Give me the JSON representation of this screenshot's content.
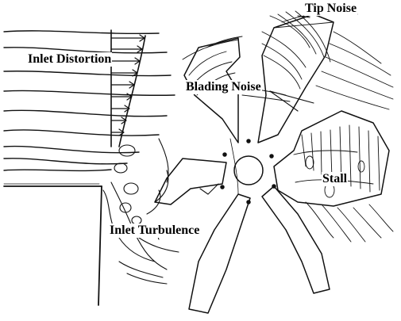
{
  "diagram": {
    "labels": {
      "tip_noise": "Tip Noise",
      "inlet_distortion": "Inlet Distortion",
      "blading_noise": "Blading Noise",
      "stall": "Stall",
      "inlet_turbulence": "Inlet Turbulence"
    },
    "ink_color": "#111111",
    "background_color": "#ffffff"
  }
}
